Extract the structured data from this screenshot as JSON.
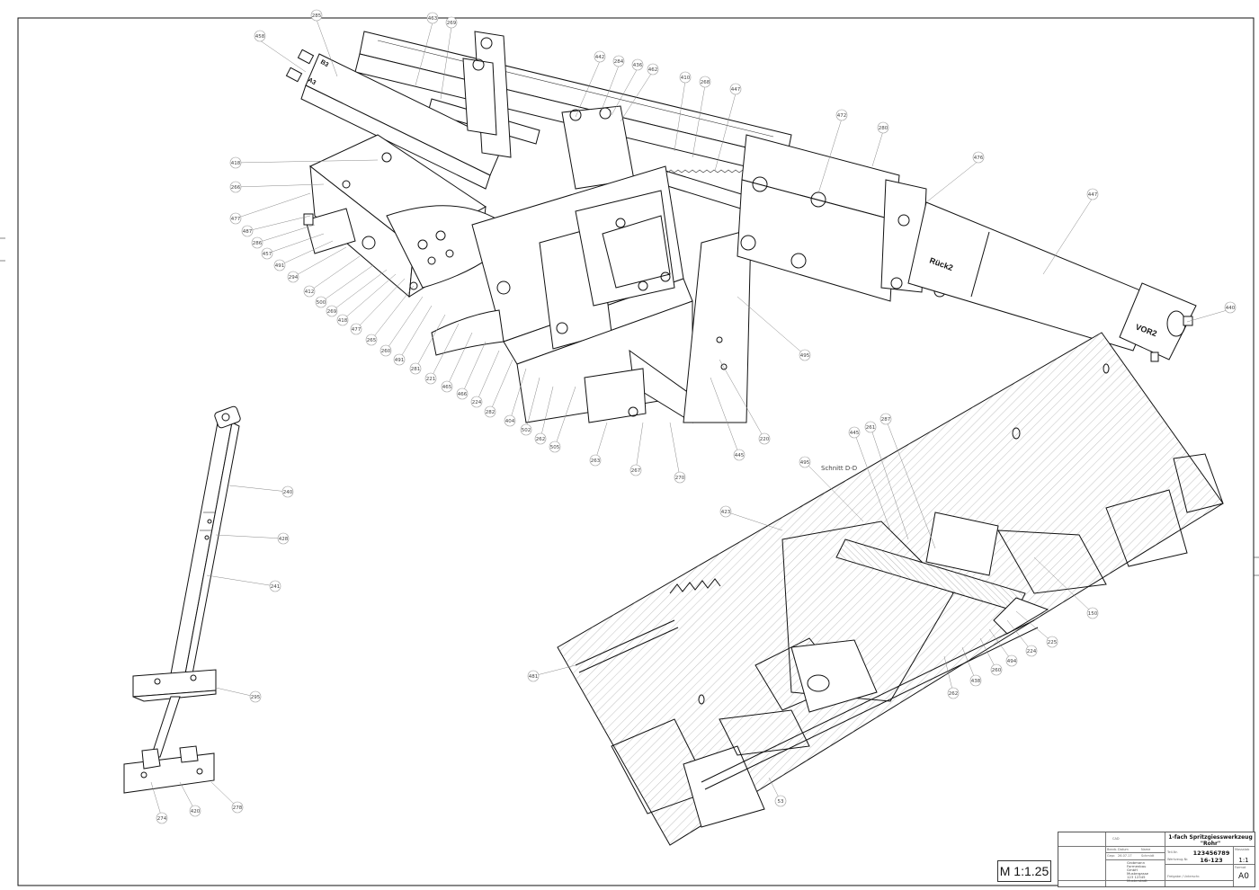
{
  "scale_label": "M 1:1.25",
  "section_label": "Schnitt D-D",
  "cylinder_labels": {
    "back": "Rück2",
    "forward": "VOR2",
    "fitting_b": "B3",
    "fitting_a": "A3"
  },
  "title_block": {
    "title_line1": "1-fach Spritzgiesswerkzeug",
    "title_line2": "\"Rohr\"",
    "drawing_no": "123456789",
    "tool_no": "16-123",
    "scale": "1:1",
    "format": "A0",
    "row_cad": "CAD",
    "row_datum": "Datum",
    "row_name": "Name",
    "row_bearb": "Bearb.",
    "row_gepr": "Gepr.",
    "date_value": "26.07.17",
    "name_value": "Schmidt",
    "label_teil": "Teil-Nr.",
    "label_werkzeug": "Werkzeug-Nr.",
    "label_mass": "Massstab",
    "label_format": "Format",
    "label_freigabe": "Freigabe / Unterschr.",
    "company": "Grobmann Formenbau GmbH Mustergasse 123 12345 Musterstadt"
  },
  "balloons": {
    "b285": "285",
    "b458": "458",
    "b463": "463",
    "b269": "269",
    "b442": "442",
    "b284": "284",
    "b436": "436",
    "b462": "462",
    "b410": "410",
    "b268": "268",
    "b447a": "447",
    "b472": "472",
    "b280": "280",
    "b476": "476",
    "b447b": "447",
    "b440": "440",
    "b418a": "418",
    "b266": "266",
    "b477a": "477",
    "b487": "487",
    "b286": "286",
    "b457": "457",
    "b491a": "491",
    "b294": "294",
    "b412": "412",
    "b500": "500",
    "b269b": "269",
    "b418b": "418",
    "b477b": "477",
    "b265": "265",
    "b260": "260",
    "b491b": "491",
    "b281": "281",
    "b221": "221",
    "b465": "465",
    "b466": "466",
    "b224": "224",
    "b282": "282",
    "b404": "404",
    "b502": "502",
    "b262": "262",
    "b505": "505",
    "b263": "263",
    "b267": "267",
    "b270": "270",
    "b445a": "445",
    "b220": "220",
    "b495a": "495",
    "b240": "240",
    "b428": "428",
    "b241": "241",
    "b295": "295",
    "b274": "274",
    "b420": "420",
    "b278": "278",
    "b445b": "445",
    "b261": "261",
    "b287": "287",
    "b495b": "495",
    "b423": "423",
    "b150": "150",
    "b225": "225",
    "b224b": "224",
    "b494": "494",
    "b260b": "260",
    "b438": "438",
    "b262b": "262",
    "b481": "481",
    "b53": "53"
  }
}
